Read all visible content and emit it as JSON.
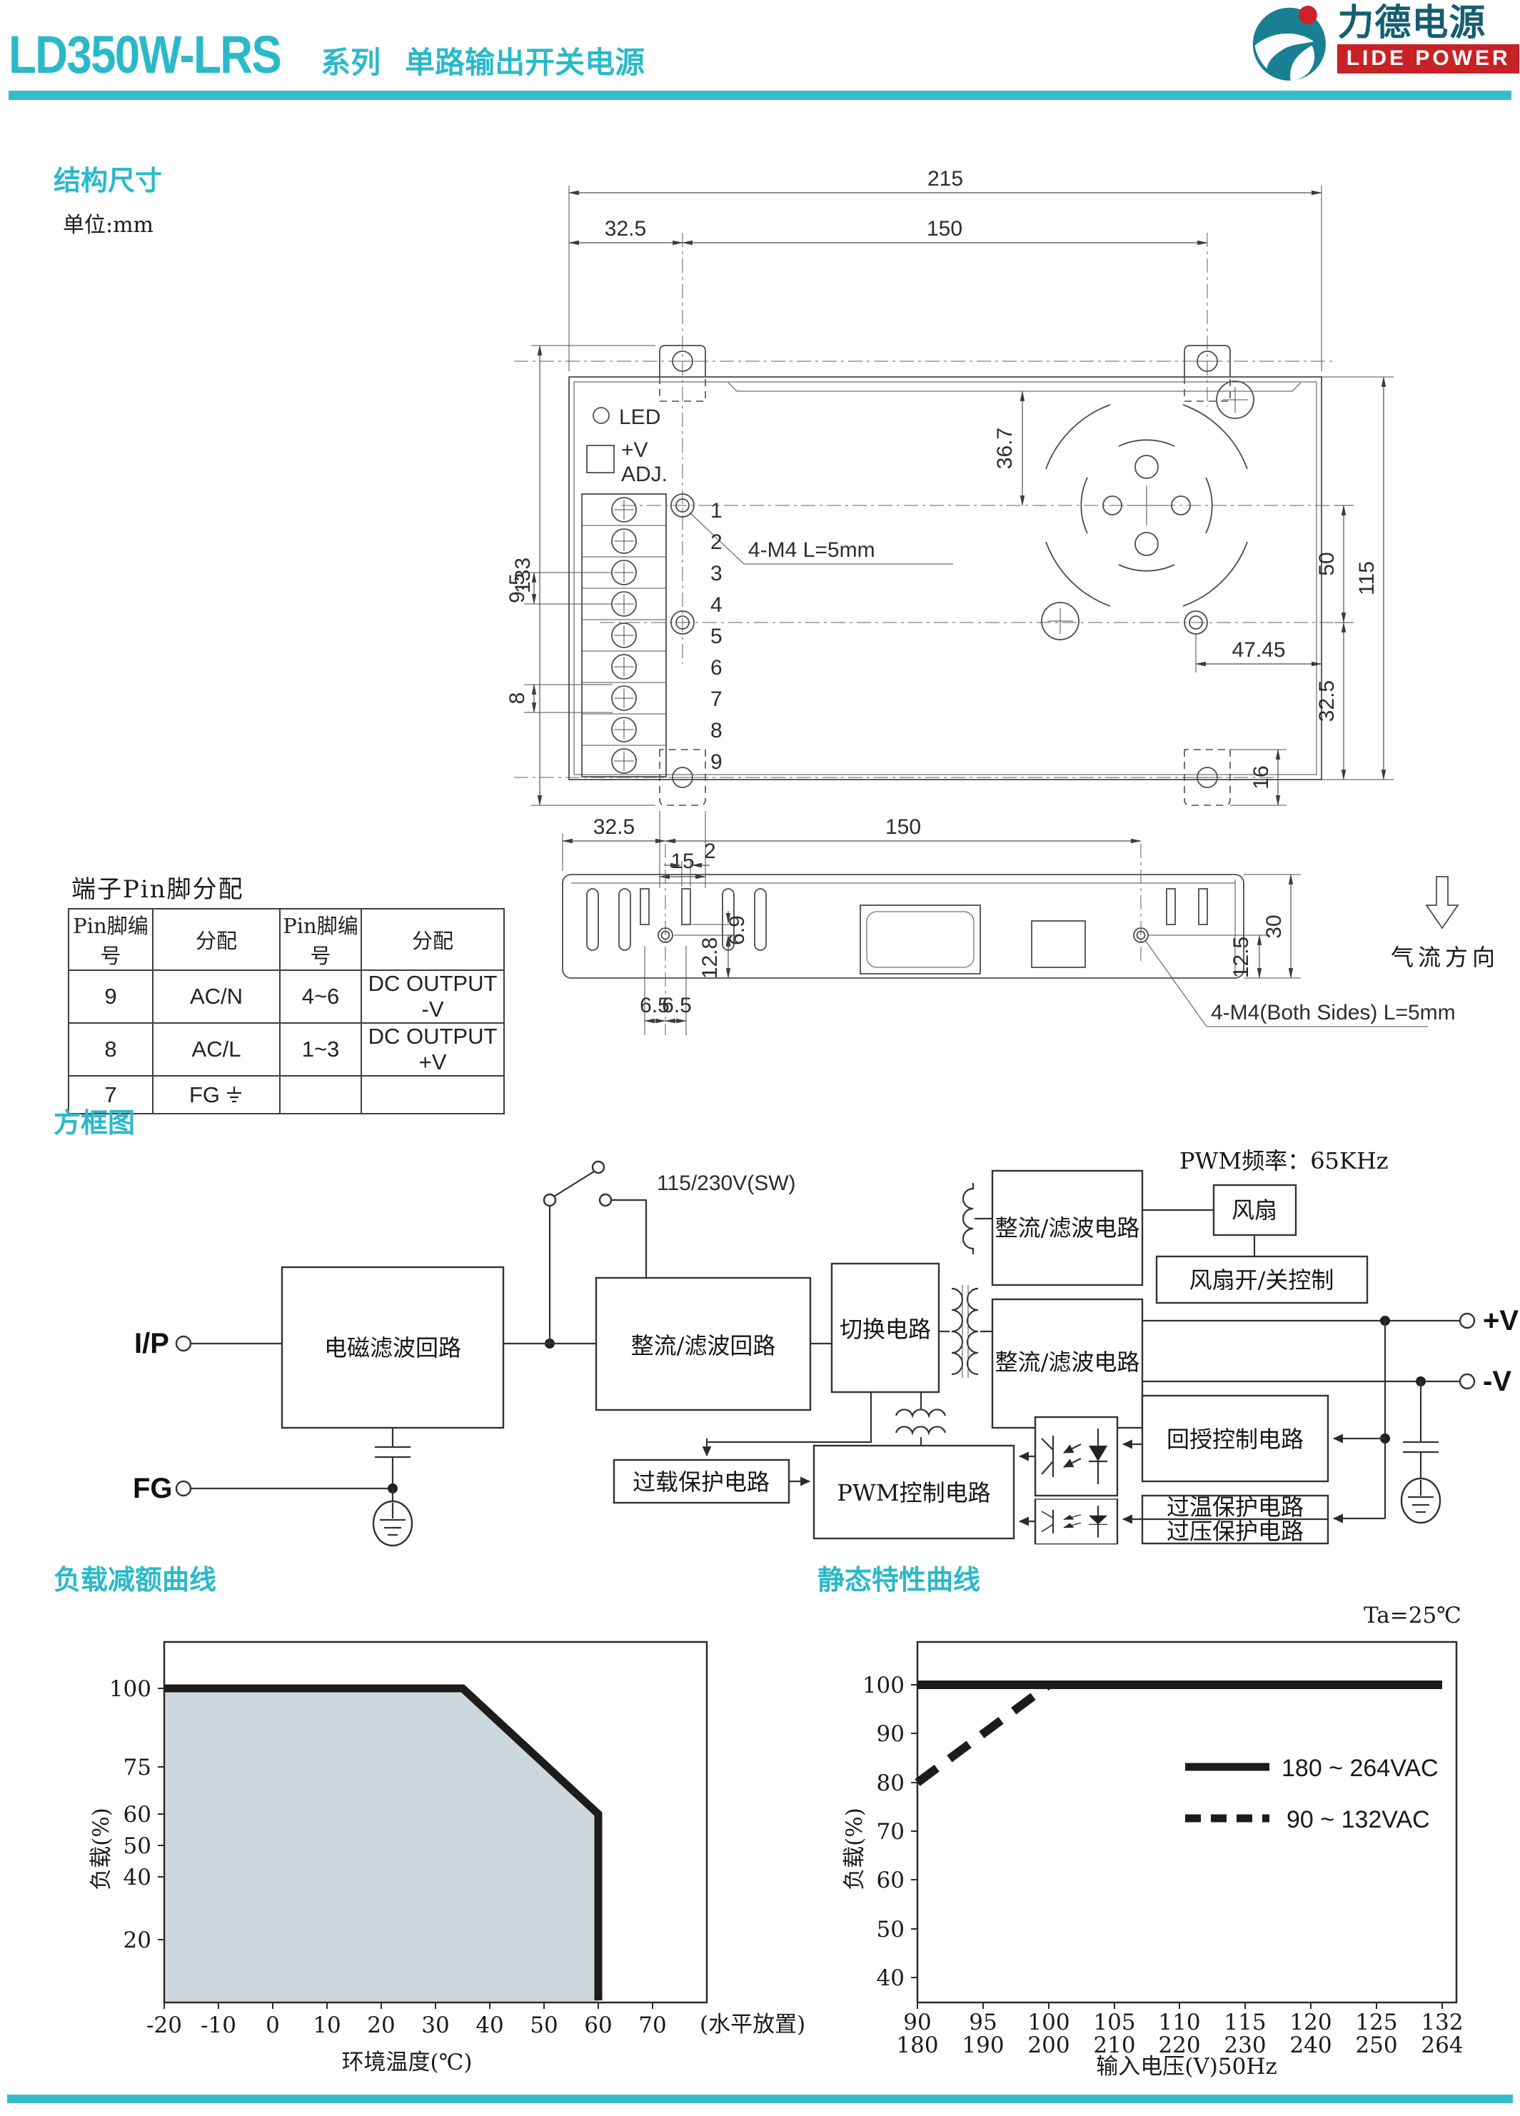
{
  "colors": {
    "accent": "#2bb9c9",
    "rule": "#35bccb",
    "logo_red": "#c82126",
    "logo_text": "#155e72",
    "chart_fill": "#cdd7de",
    "line": "#4d4d4d"
  },
  "header": {
    "model": "LD350W-LRS",
    "series": "系列",
    "subtitle": "单路输出开关电源",
    "logo_cn": "力德电源",
    "logo_en": "LIDE POWER"
  },
  "structure": {
    "heading": "结构尺寸",
    "unit": "单位:mm",
    "top_view": {
      "led": "LED",
      "adj_v": "+V",
      "adj": "ADJ.",
      "screw_note": "4-M4 L=5mm",
      "pins": [
        "1",
        "2",
        "3",
        "4",
        "5",
        "6",
        "7",
        "8",
        "9"
      ],
      "dims": {
        "overall_w": "215",
        "left_off": "32.5",
        "span": "150",
        "overall_h": "133",
        "body_h": "115",
        "mid": "50",
        "top_off": "36.7",
        "fan_off": "47.45",
        "bottom_off": "32.5",
        "ear_h": "16",
        "ear_w": "15",
        "pitch_a": "9.5",
        "pitch_b": "8"
      }
    },
    "side_view": {
      "screw_note": "4-M4(Both Sides) L=5mm",
      "airflow": "气流方向",
      "dims": {
        "left_off": "32.5",
        "span": "150",
        "slot_w": "2",
        "slot_gap": "6.9",
        "hole_low": "12.8",
        "off_a": "6.5",
        "off_b": "6.5",
        "height": "30",
        "hole_up": "12.5"
      }
    }
  },
  "pin_table": {
    "heading": "端子Pin脚分配",
    "headers": [
      "Pin脚编号",
      "分配",
      "Pin脚编号",
      "分配"
    ],
    "rows": [
      [
        "9",
        "AC/N",
        "4~6",
        "DC OUTPUT -V"
      ],
      [
        "8",
        "AC/L",
        "1~3",
        "DC OUTPUT +V"
      ],
      [
        "7",
        "FG",
        "",
        ""
      ]
    ]
  },
  "block_diagram": {
    "heading": "方框图",
    "pwm_freq": "PWM频率：65KHz",
    "switch_label": "115/230V(SW)",
    "io": {
      "input": "I/P",
      "fg": "FG",
      "vplus": "+V",
      "vminus": "-V"
    },
    "blocks": {
      "emi": "电磁滤波回路",
      "rect_in": "整流/滤波回路",
      "switching": "切换电路",
      "rect_aux": "整流/滤波电路",
      "rect_out": "整流/滤波电路",
      "fan": "风扇",
      "fan_ctrl": "风扇开/关控制",
      "overload": "过载保护电路",
      "pwm": "PWM控制电路",
      "feedback": "回授控制电路",
      "otp": "过温保护电路",
      "ovp": "过压保护电路"
    }
  },
  "chart_data": [
    {
      "type": "area",
      "title": "负载减额曲线",
      "xlabel": "环境温度(℃)",
      "ylabel": "负载(%)",
      "note": "(水平放置)",
      "x_ticks": [
        "-20",
        "-10",
        "0",
        "10",
        "20",
        "30",
        "40",
        "50",
        "60",
        "70"
      ],
      "y_ticks": [
        "100",
        "75",
        "60",
        "50",
        "40",
        "20"
      ],
      "points": [
        [
          -20,
          100
        ],
        [
          35,
          100
        ],
        [
          60,
          60
        ],
        [
          60,
          0
        ]
      ],
      "xlim": [
        -20,
        80
      ],
      "ylim": [
        0,
        115
      ],
      "fill": "#cdd7de",
      "grid": false,
      "legend_position": "none"
    },
    {
      "type": "line",
      "title": "静态特性曲线",
      "annotation": "Ta=25℃",
      "xlabel": "输入电压(V)50Hz",
      "ylabel": "负载(%)",
      "x_ticks_row1": [
        "90",
        "95",
        "100",
        "105",
        "110",
        "115",
        "120",
        "125",
        "132"
      ],
      "x_ticks_row2": [
        "180",
        "190",
        "200",
        "210",
        "220",
        "230",
        "240",
        "250",
        "264"
      ],
      "y_ticks": [
        "100",
        "90",
        "80",
        "70",
        "60",
        "50",
        "40"
      ],
      "series": [
        {
          "name": "180 ~ 264VAC",
          "style": "solid",
          "points": [
            [
              90,
              100
            ],
            [
              132,
              100
            ]
          ]
        },
        {
          "name": "90 ~ 132VAC",
          "style": "dashed",
          "points": [
            [
              90,
              80
            ],
            [
              100,
              100
            ]
          ]
        }
      ],
      "ylim": [
        30,
        107
      ],
      "grid": false,
      "legend_position": "center-right"
    }
  ]
}
